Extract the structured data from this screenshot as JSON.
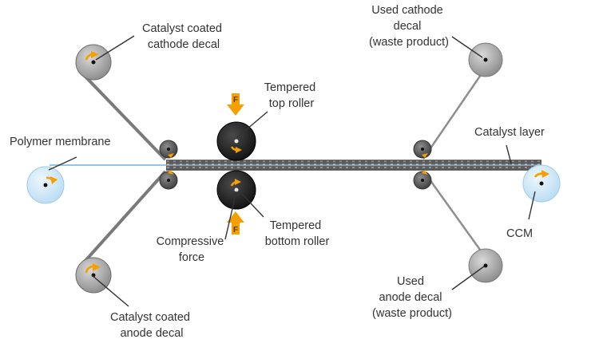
{
  "labels": {
    "cathode_decal": [
      "Catalyst coated",
      "cathode decal"
    ],
    "used_cathode": [
      "Used cathode",
      "decal",
      "(waste product)"
    ],
    "top_roller": [
      "Tempered",
      "top roller"
    ],
    "polymer_membrane": [
      "Polymer membrane"
    ],
    "catalyst_layer": [
      "Catalyst layer"
    ],
    "compressive_force": [
      "Compressive",
      "force"
    ],
    "bottom_roller": [
      "Tempered",
      "bottom roller"
    ],
    "ccm": [
      "CCM"
    ],
    "used_anode": [
      "Used",
      "anode decal",
      "(waste product)"
    ],
    "anode_decal": [
      "Catalyst coated",
      "anode decal"
    ],
    "force_symbol": "F"
  },
  "colors": {
    "arrow": "#f5a000",
    "membrane": "#8ec7ee",
    "membrane_roll": "#cfe8f8",
    "decal_roll": "#9a9a9a",
    "tempered_roller": "#1e1e1e",
    "guide_roller": "#555555",
    "web": "#7a7a7a"
  },
  "icons": {
    "rotation": "curved-arrow-icon",
    "force": "down-arrow-icon"
  }
}
